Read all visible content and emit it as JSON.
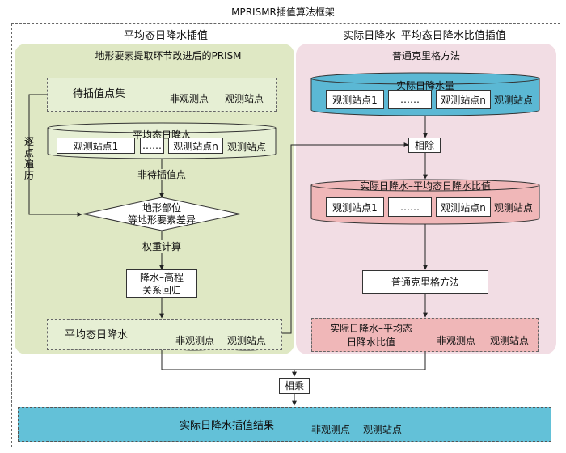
{
  "title": "MPRISMR插值算法框架",
  "left_section": {
    "title": "平均态日降水插值",
    "subtitle": "地形要素提取环节改进后的PRISM",
    "pending_set": "待插值点集",
    "mean_precip": "平均态日降水",
    "non_pending": "非待插值点",
    "diamond": [
      "地形部位",
      "等地形要素差异"
    ],
    "weight": "权重计算",
    "regression": [
      "降水–高程",
      "关系回归"
    ],
    "mean_result": "平均态日降水",
    "traverse": [
      "逐",
      "点",
      "遍",
      "历"
    ]
  },
  "right_section": {
    "title": "实际日降水–平均态日降水比值插值",
    "subtitle": "普通克里格方法",
    "actual_precip": "实际日降水量",
    "divide": "相除",
    "ratio": "实际日降水–平均态日降水比值",
    "kriging": "普通克里格方法",
    "ratio_result": [
      "实际日降水–平均态",
      "日降水比值"
    ]
  },
  "multiply": "相乘",
  "final_result": "实际日降水插值结果",
  "labels": {
    "non_obs": "非观测点",
    "obs": "观测站点",
    "station_1": "观测站点1",
    "ellipsis": "……",
    "station_n": "观测站点n",
    "stations": "观测站点"
  },
  "colors": {
    "left_bg": "#dfe8c4",
    "right_bg": "#f2dde4",
    "blue": "#5bb8d4",
    "pink": "#f0b7b8",
    "green_light": "#e6efd4",
    "final_bg": "#63c1d8"
  }
}
